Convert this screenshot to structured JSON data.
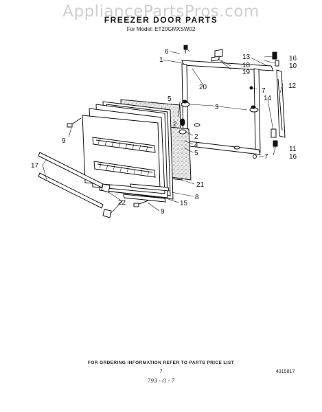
{
  "watermark": "AppliancePartsPros.com",
  "header": {
    "title": "FREEZER DOOR PARTS",
    "model_line": "For Model: ET20GMXSW02"
  },
  "callouts": {
    "c1": "1",
    "c2": "2",
    "c3": "3",
    "c4": "4",
    "c5a": "5",
    "c5b": "5",
    "c6": "6",
    "c7a": "7",
    "c7b": "7",
    "c8": "8",
    "c9a": "9",
    "c9b": "9",
    "c10": "10",
    "c11": "11",
    "c12": "12",
    "c13": "13",
    "c14": "14",
    "c15": "15",
    "c16a": "16",
    "c16b": "16",
    "c17": "17",
    "c18": "18",
    "c19": "19",
    "c20": "20",
    "c21": "21",
    "c22": "22",
    "c2b": "2"
  },
  "footer": {
    "ordering_note": "FOR ORDERING INFORMATION REFER TO PARTS PRICE LIST",
    "page_number": "7",
    "document_number": "4315817",
    "issue_code": "793 - G - 7"
  }
}
